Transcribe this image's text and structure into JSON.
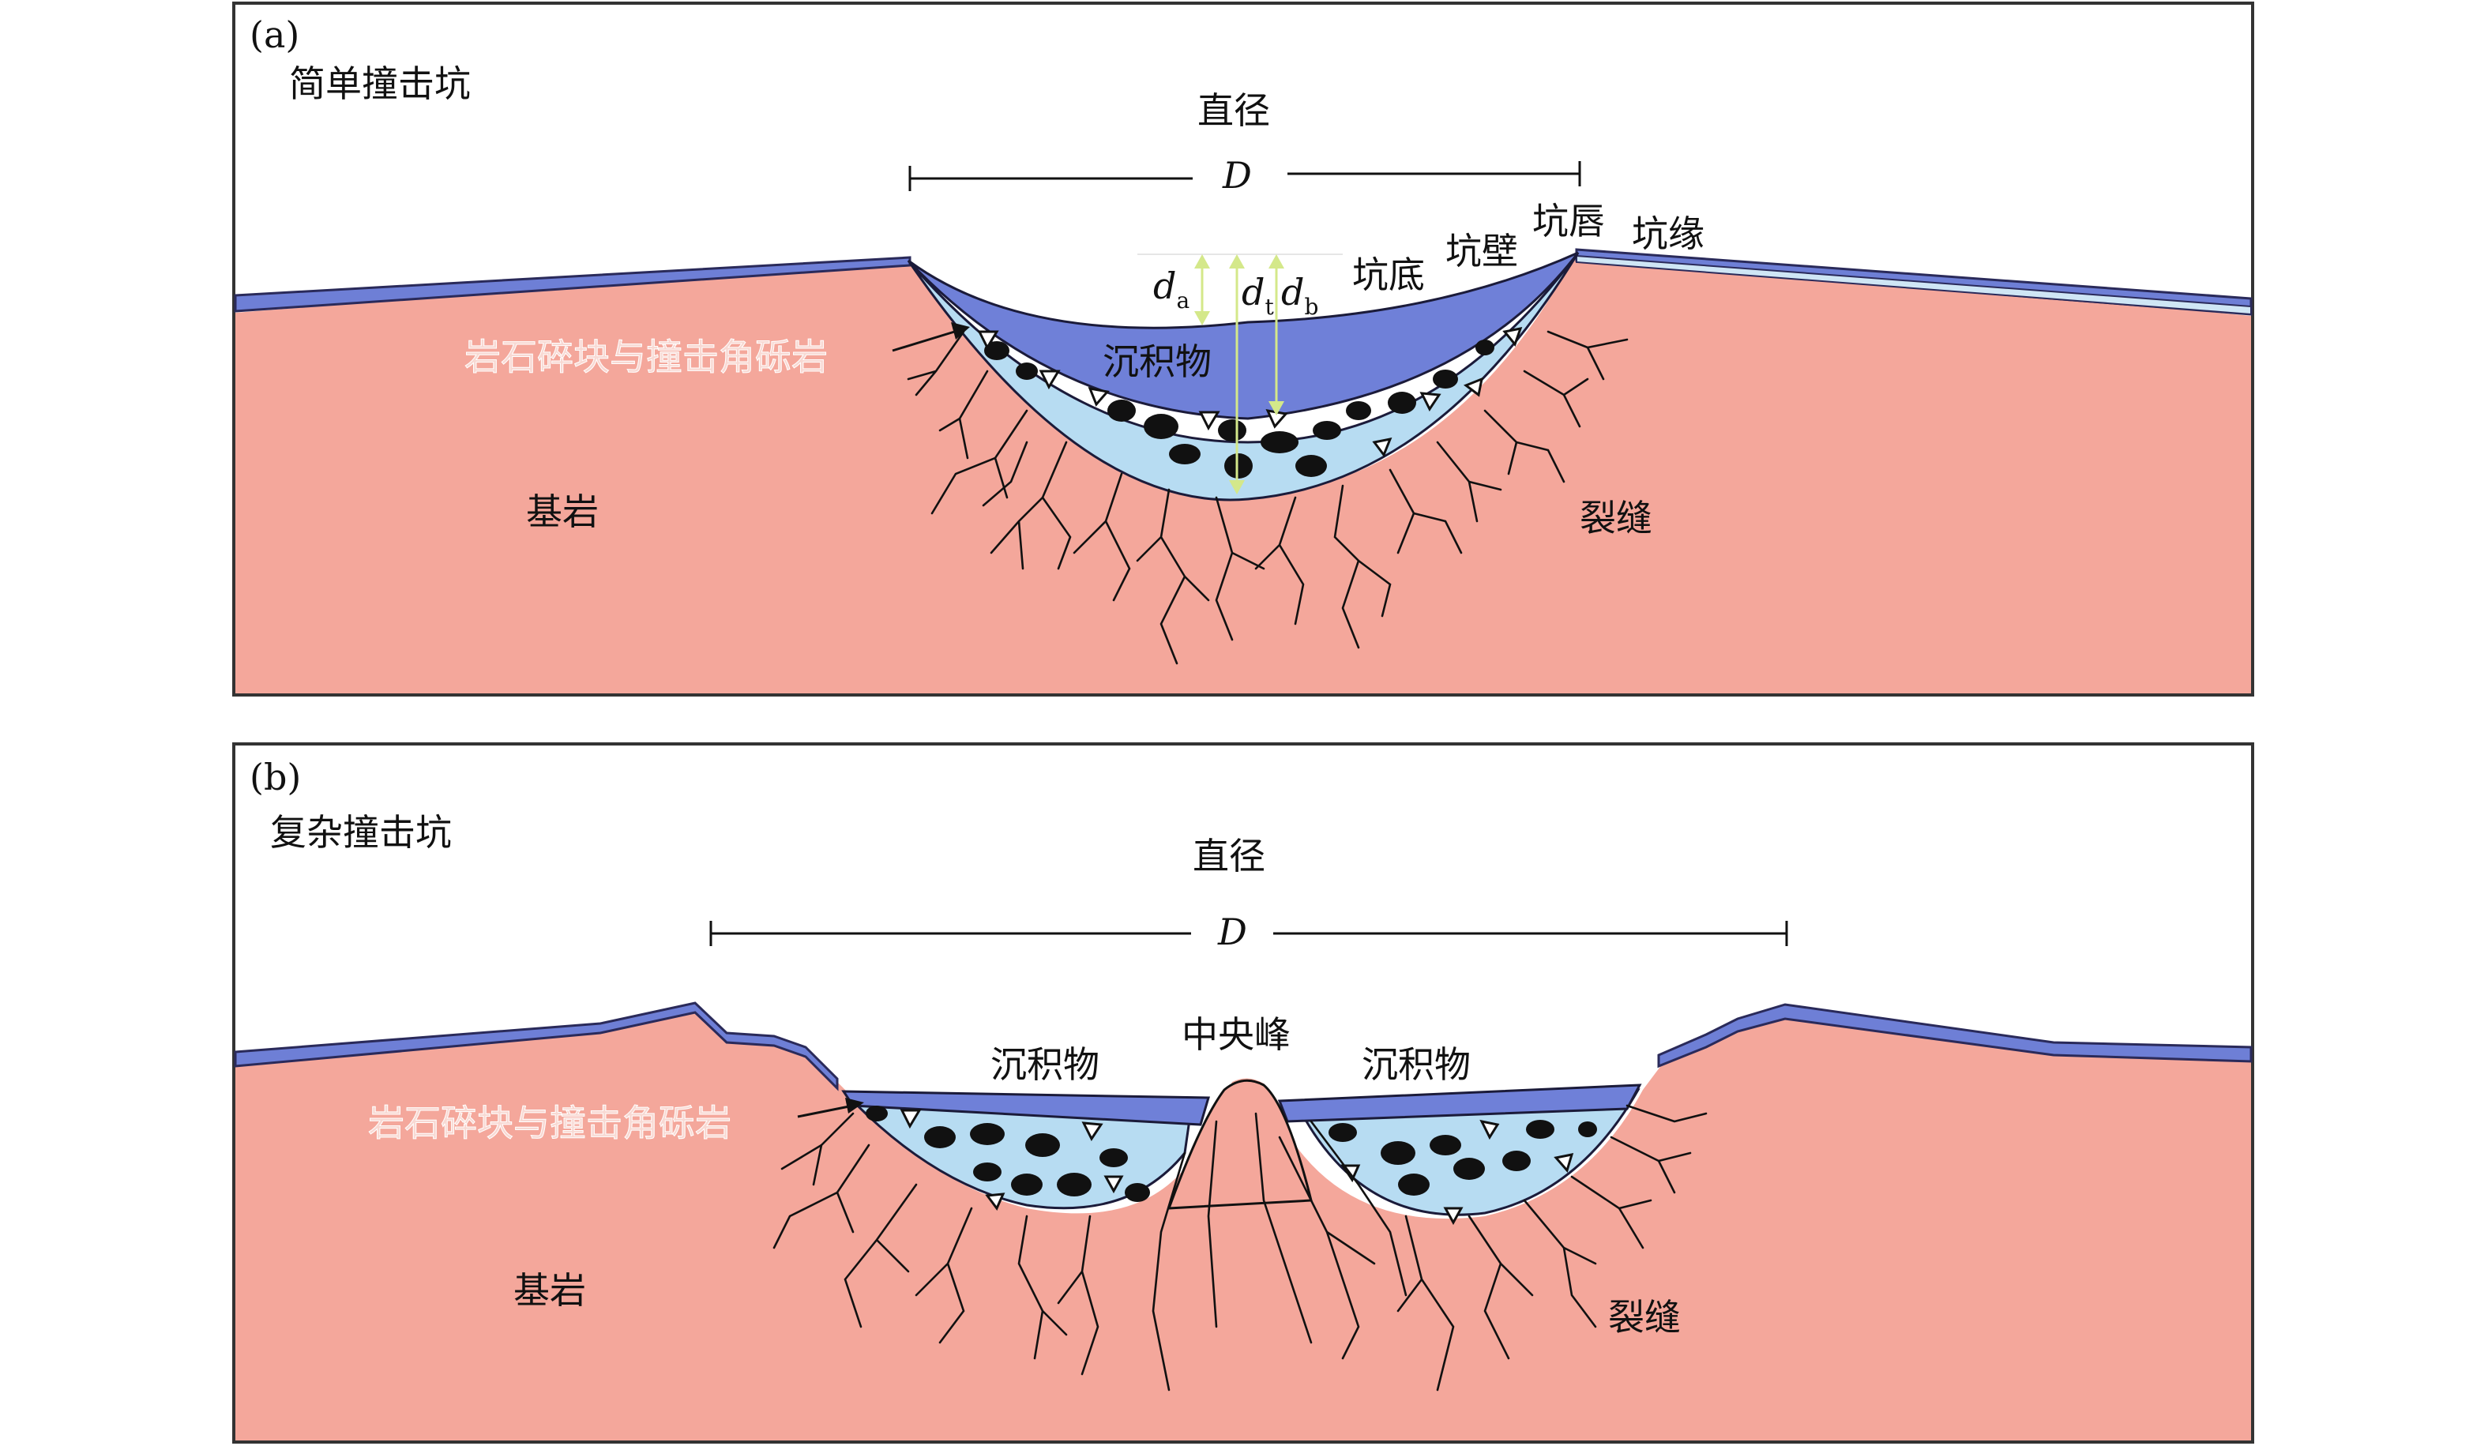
{
  "panel_a": {
    "tag": "(a)",
    "title": "简单撞击坑",
    "diameter_label": "直径",
    "diameter_symbol": "D",
    "labels": {
      "floor": "坑底",
      "wall": "坑壁",
      "rim": "坑唇",
      "edge": "坑缘",
      "sediment": "沉积物",
      "breccia": "岩石碎块与撞击角砾岩",
      "bedrock": "基岩",
      "fracture": "裂缝"
    },
    "depth_labels": [
      {
        "base": "d",
        "sub": "a"
      },
      {
        "base": "d",
        "sub": "t"
      },
      {
        "base": "d",
        "sub": "b"
      }
    ]
  },
  "panel_b": {
    "tag": "(b)",
    "title": "复杂撞击坑",
    "diameter_label": "直径",
    "diameter_symbol": "D",
    "labels": {
      "central_peak": "中央峰",
      "sediment_left": "沉积物",
      "sediment_right": "沉积物",
      "breccia": "岩石碎块与撞击角砾岩",
      "bedrock": "基岩",
      "fracture": "裂缝"
    }
  },
  "colors": {
    "bedrock": "#f4a79b",
    "sediment": "#6f80d8",
    "breccia": "#b7dcf2",
    "depth_arrow": "#d4e88a"
  }
}
